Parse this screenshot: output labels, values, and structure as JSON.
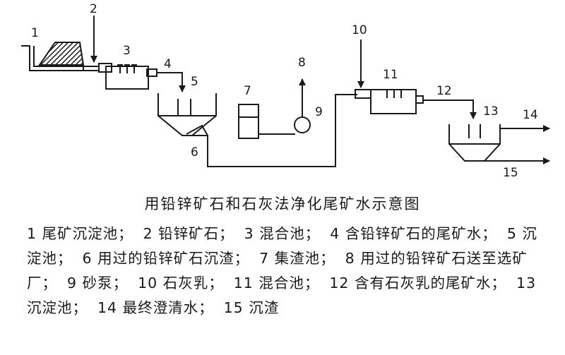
{
  "diagram": {
    "labels": [
      "1",
      "2",
      "3",
      "4",
      "5",
      "6",
      "7",
      "8",
      "9",
      "10",
      "11",
      "12",
      "13",
      "14",
      "15"
    ]
  },
  "caption": "用铅锌矿石和石灰法净化尾矿水示意图",
  "legend": [
    {
      "num": "1",
      "text": "尾矿沉淀池；"
    },
    {
      "num": "2",
      "text": "铅锌矿石；"
    },
    {
      "num": "3",
      "text": "混合池；"
    },
    {
      "num": "4",
      "text": "含铅锌矿石的尾矿水；"
    },
    {
      "num": "5",
      "text": "沉淀池；"
    },
    {
      "num": "6",
      "text": "用过的铅锌矿石沉渣；"
    },
    {
      "num": "7",
      "text": "集渣池；"
    },
    {
      "num": "8",
      "text": "用过的铅锌矿石送至选矿厂；"
    },
    {
      "num": "9",
      "text": "砂泵；"
    },
    {
      "num": "10",
      "text": "石灰乳；"
    },
    {
      "num": "11",
      "text": "混合池；"
    },
    {
      "num": "12",
      "text": "含有石灰乳的尾矿水；"
    },
    {
      "num": "13",
      "text": "沉淀池；"
    },
    {
      "num": "14",
      "text": "最终澄清水；"
    },
    {
      "num": "15",
      "text": "沉渣"
    }
  ]
}
